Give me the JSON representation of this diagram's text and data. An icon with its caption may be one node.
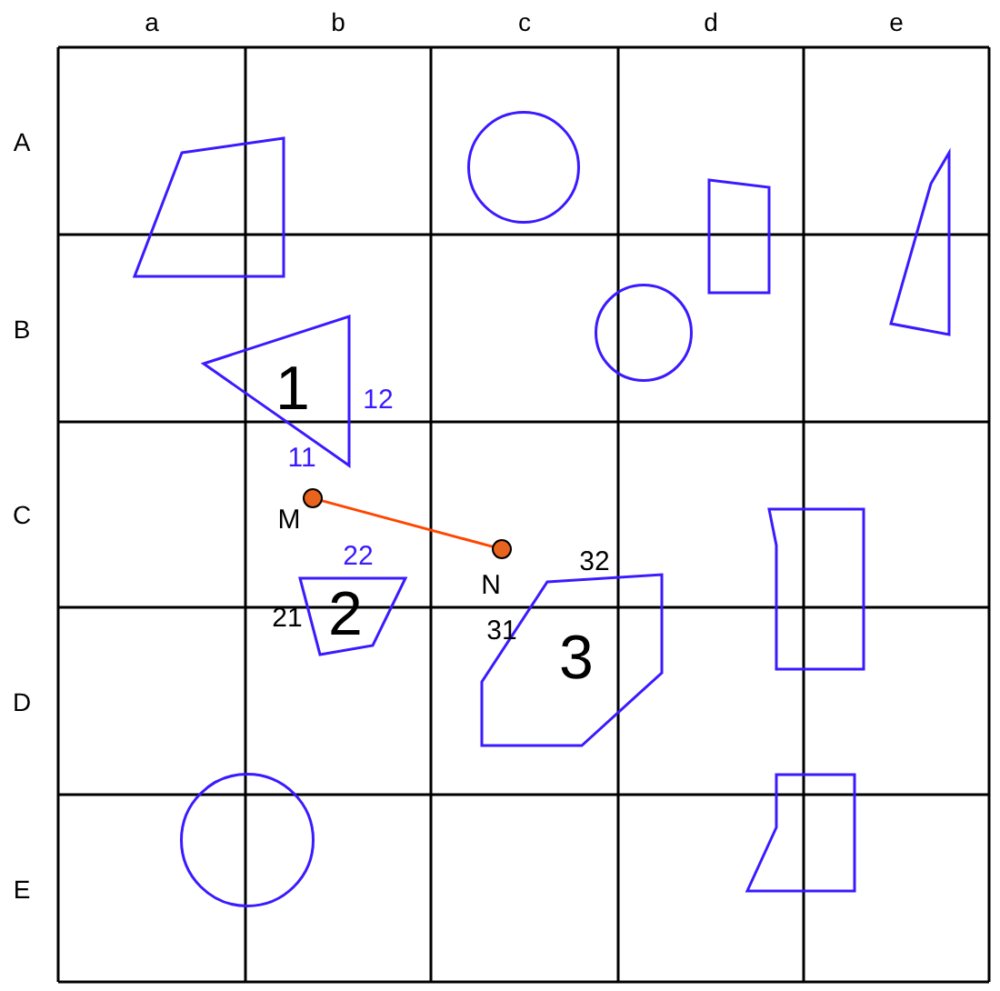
{
  "diagram": {
    "nodes": [
      {
        "text": [],
        "shape": "quadrilateral"
      },
      {
        "text": [],
        "shape": "circle"
      },
      {
        "text": [],
        "shape": "quadrilateral"
      },
      {
        "text": [],
        "shape": "quadrilateral"
      },
      {
        "text": [],
        "shape": "circle"
      },
      {
        "text": [
          "1"
        ],
        "beside": [
          "12",
          "11"
        ]
      },
      {
        "text": [],
        "shape": "dot",
        "beside": [
          "M"
        ]
      },
      {
        "text": [],
        "shape": "dot",
        "beside": [
          "N"
        ]
      },
      {
        "text": [
          "2"
        ],
        "beside": [
          "22",
          "21"
        ]
      },
      {
        "text": [
          "3"
        ],
        "beside": [
          "32",
          "31"
        ]
      },
      {
        "text": [],
        "shape": "quadrilateral"
      },
      {
        "text": [],
        "shape": "circle"
      },
      {
        "text": [],
        "shape": "pentagon"
      }
    ],
    "edges": [
      {
        "from": 6,
        "to": 7,
        "arrow": "none",
        "color": "#ff4500"
      }
    ],
    "labels": [
      "a",
      "b",
      "c",
      "d",
      "e",
      "A",
      "B",
      "C",
      "D",
      "E"
    ]
  }
}
